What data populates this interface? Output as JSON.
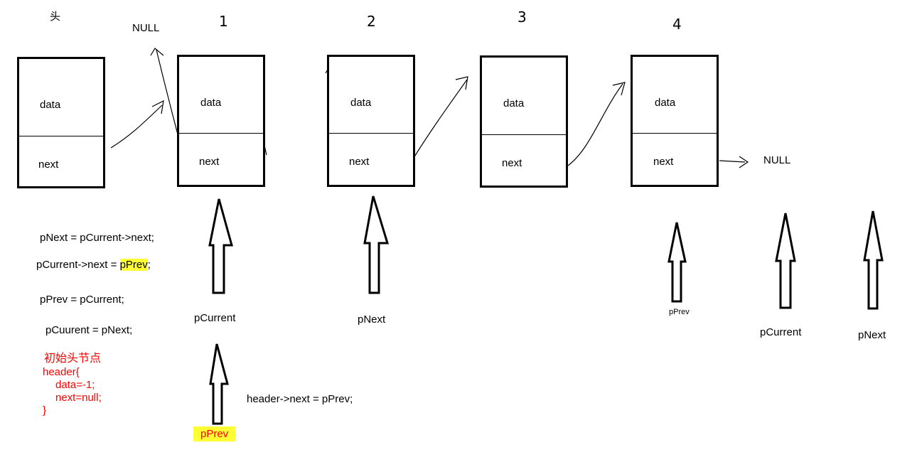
{
  "labels": {
    "head": "头",
    "null_top": "NULL",
    "null_right": "NULL",
    "num1": "1",
    "num2": "2",
    "num3": "3",
    "num4": "4"
  },
  "nodes": [
    {
      "data": "data",
      "next": "next"
    },
    {
      "data": "data",
      "next": "next"
    },
    {
      "data": "data",
      "next": "next"
    },
    {
      "data": "data",
      "next": "next"
    },
    {
      "data": "data",
      "next": "next"
    }
  ],
  "code": {
    "line1": "pNext = pCurrent->next;",
    "line2_prefix": "pCurrent->next = ",
    "line2_highlight": "pPrev",
    "line2_suffix": ";",
    "line3": "pPrev = pCurrent;",
    "line4": "pCuurent = pNext;",
    "header_assign": "header->next = pPrev;"
  },
  "init_block": {
    "title": "初始头节点",
    "open": "header{",
    "data_line": "data=-1;",
    "next_line": "next=null;",
    "close": "}"
  },
  "pointers": {
    "pCurrent_1": "pCurrent",
    "pNext_1": "pNext",
    "pPrev_1": "pPrev",
    "pPrev_2": "pPrev",
    "pCurrent_2": "pCurrent",
    "pNext_2": "pNext"
  },
  "colors": {
    "highlight": "#ffff33",
    "init_text": "#ff0000"
  }
}
